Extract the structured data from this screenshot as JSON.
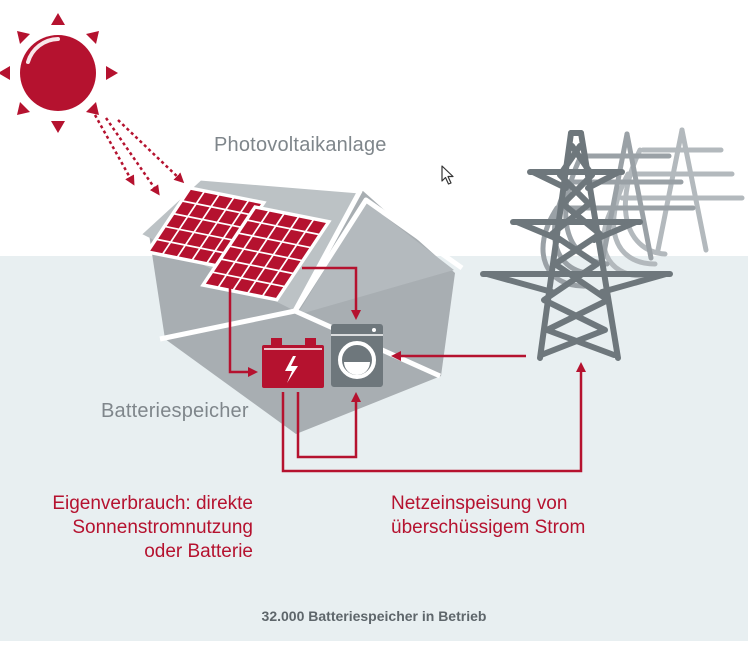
{
  "labels": {
    "pv_system": "Photovoltaikanlage",
    "battery_storage": "Batteriespeicher",
    "self_consumption": "Eigenverbrauch: direkte\nSonnenstromnutzung\noder Batterie",
    "grid_feed_in": "Netzeinspeisung von\nüberschüssigem Strom",
    "footer": "32.000 Batteriespeicher in Betrieb"
  },
  "icons": {
    "sun": "sun-icon",
    "solar_panel": "solar-panel-icon",
    "house": "house-icon",
    "battery": "battery-icon",
    "lightning": "lightning-icon",
    "washing_machine": "washing-machine-icon",
    "power_pylon": "power-pylon-icon",
    "cursor": "mouse-pointer-icon"
  },
  "colors": {
    "accent_red": "#b5122f",
    "house_grey": "#a8aeb2",
    "pylon_grey": "#6e777c",
    "label_grey": "#7f868b",
    "ground": "#e8eff1"
  }
}
